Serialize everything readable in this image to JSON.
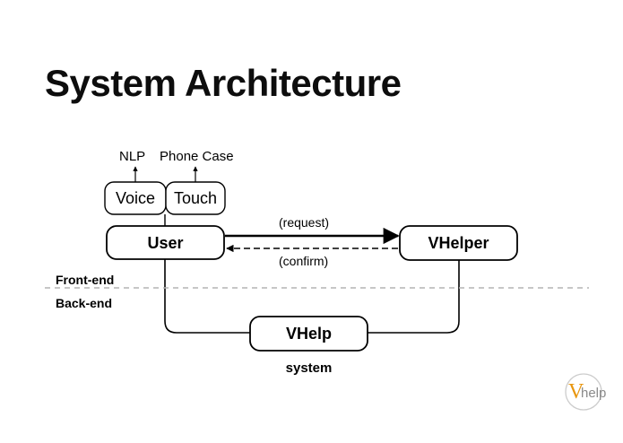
{
  "slide": {
    "title": "System Architecture",
    "background_color": "#ffffff",
    "text_color": "#000000"
  },
  "diagram": {
    "annotations": [
      {
        "name": "nlp",
        "text": "NLP"
      },
      {
        "name": "phone-case",
        "text": "Phone Case"
      }
    ],
    "input_boxes": [
      {
        "name": "voice",
        "text": "Voice"
      },
      {
        "name": "touch",
        "text": "Touch"
      }
    ],
    "nodes": [
      {
        "name": "user",
        "text": "User"
      },
      {
        "name": "vhelper",
        "text": "VHelper"
      },
      {
        "name": "vhelp",
        "text": "VHelp"
      }
    ],
    "edge_labels": [
      {
        "name": "request",
        "text": "(request)",
        "style": "solid-arrow-right"
      },
      {
        "name": "confirm",
        "text": "(confirm)",
        "style": "dashed-arrow-left"
      }
    ],
    "layer_labels": [
      {
        "name": "front-end",
        "text": "Front-end"
      },
      {
        "name": "back-end",
        "text": "Back-end"
      }
    ],
    "caption": "system",
    "divider": {
      "name": "frontend-backend-divider",
      "style": "dashed",
      "color": "#b3b3b3"
    },
    "stroke_color": "#000000"
  },
  "logo": {
    "mark": "V",
    "word": "help",
    "mark_color": "#e8960f",
    "word_color": "#8a8a8a",
    "circle_color": "#cccccc"
  }
}
